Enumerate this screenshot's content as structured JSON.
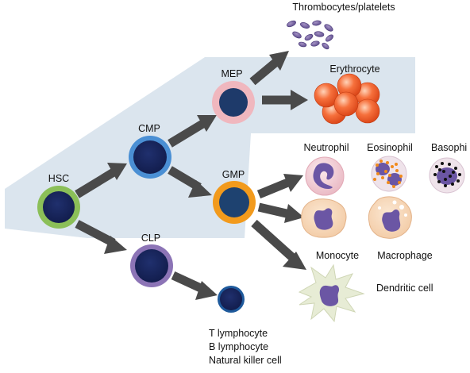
{
  "nodes": {
    "hsc": "HSC",
    "cmp": "CMP",
    "clp": "CLP",
    "mep": "MEP",
    "gmp": "GMP"
  },
  "cells": {
    "thrombocytes": "Thrombocytes/platelets",
    "erythrocyte": "Erythrocyte",
    "neutrophil": "Neutrophil",
    "eosinophil": "Eosinophil",
    "basophil": "Basophi",
    "monocyte": "Monocyte",
    "macrophage": "Macrophage",
    "dendritic": "Dendritic cell",
    "lymph1": "T lymphocyte",
    "lymph2": "B lymphocyte",
    "lymph3": "Natural killer cell"
  },
  "colors": {
    "band": "#dbe5ee",
    "arrow": "#4a4a4a",
    "nucleus": "#17245c",
    "hsc_ring": "#8bbf58",
    "cmp_ring": "#4a8fd4",
    "mep_ring": "#f0b7be",
    "gmp_ring": "#f29a1c",
    "clp_ring": "#8c74b6"
  }
}
